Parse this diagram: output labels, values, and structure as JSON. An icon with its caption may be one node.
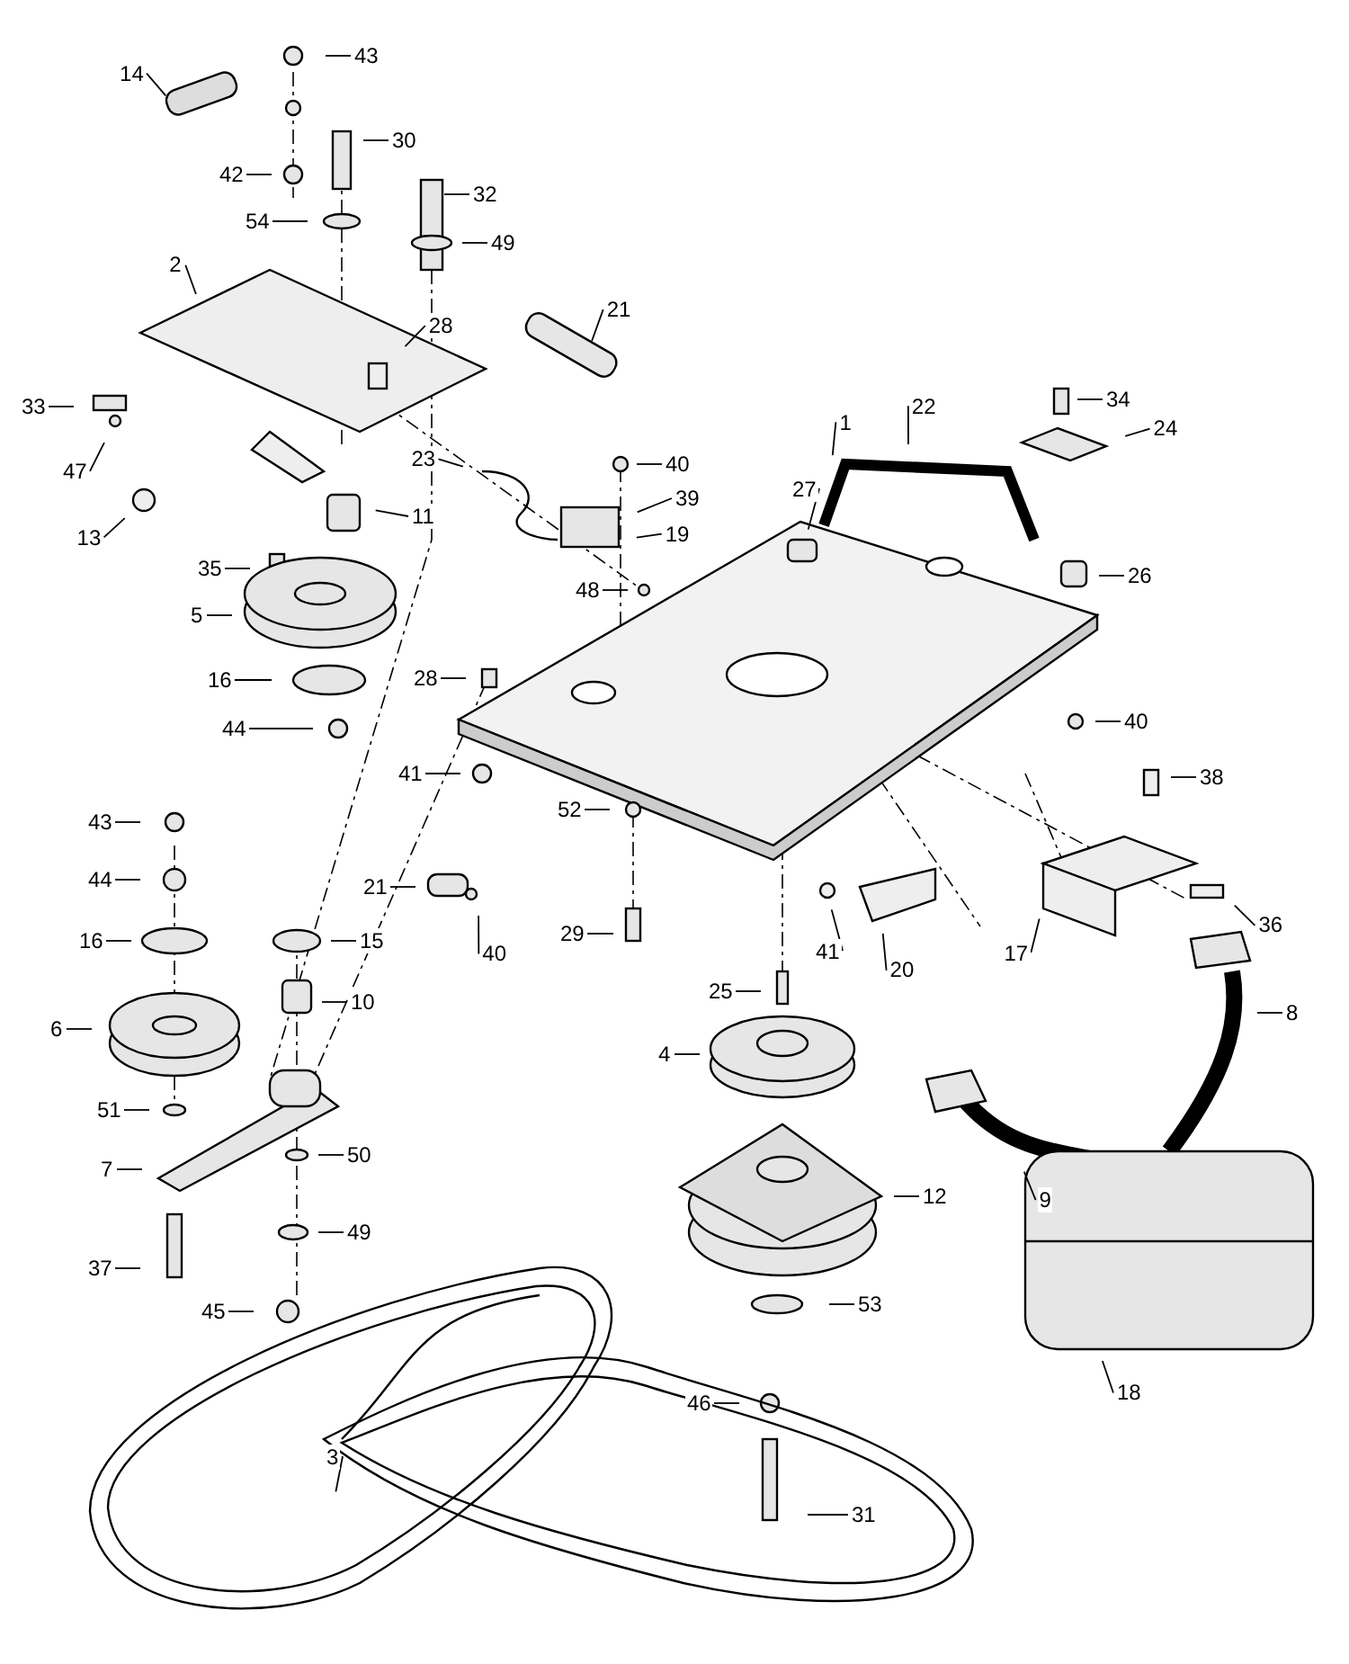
{
  "diagram": {
    "nodes": [
      {
        "text": [
          "43"
        ]
      },
      {
        "text": [
          "14"
        ]
      },
      {
        "text": [
          "30"
        ]
      },
      {
        "text": [
          "42"
        ]
      },
      {
        "text": [
          "32"
        ]
      },
      {
        "text": [
          "54"
        ]
      },
      {
        "text": [
          "49"
        ]
      },
      {
        "text": [
          "2"
        ]
      },
      {
        "text": [
          "28"
        ]
      },
      {
        "text": [
          "21"
        ]
      },
      {
        "text": [
          "34"
        ]
      },
      {
        "text": [
          "33"
        ]
      },
      {
        "text": [
          "47"
        ]
      },
      {
        "text": [
          "22"
        ]
      },
      {
        "text": [
          "1"
        ]
      },
      {
        "text": [
          "24"
        ]
      },
      {
        "text": [
          "23"
        ]
      },
      {
        "text": [
          "40"
        ]
      },
      {
        "text": [
          "13"
        ]
      },
      {
        "text": [
          "39"
        ]
      },
      {
        "text": [
          "27"
        ]
      },
      {
        "text": [
          "11"
        ]
      },
      {
        "text": [
          "19"
        ]
      },
      {
        "text": [
          "26"
        ]
      },
      {
        "text": [
          "35"
        ]
      },
      {
        "text": [
          "48"
        ]
      },
      {
        "text": [
          "5"
        ]
      },
      {
        "text": [
          "16"
        ]
      },
      {
        "text": [
          "28"
        ]
      },
      {
        "text": [
          "40"
        ]
      },
      {
        "text": [
          "44"
        ]
      },
      {
        "text": [
          "41"
        ]
      },
      {
        "text": [
          "38"
        ]
      },
      {
        "text": [
          "52"
        ]
      },
      {
        "text": [
          "43"
        ]
      },
      {
        "text": [
          "21"
        ]
      },
      {
        "text": [
          "44"
        ]
      },
      {
        "text": [
          "36"
        ]
      },
      {
        "text": [
          "40"
        ]
      },
      {
        "text": [
          "41"
        ]
      },
      {
        "text": [
          "16"
        ]
      },
      {
        "text": [
          "15"
        ]
      },
      {
        "text": [
          "20"
        ]
      },
      {
        "text": [
          "17"
        ]
      },
      {
        "text": [
          "29"
        ]
      },
      {
        "text": [
          "25"
        ]
      },
      {
        "text": [
          "10"
        ]
      },
      {
        "text": [
          "8"
        ]
      },
      {
        "text": [
          "6"
        ]
      },
      {
        "text": [
          "4"
        ]
      },
      {
        "text": [
          "51"
        ]
      },
      {
        "text": [
          "50"
        ]
      },
      {
        "text": [
          "7"
        ]
      },
      {
        "text": [
          "12"
        ]
      },
      {
        "text": [
          "9"
        ]
      },
      {
        "text": [
          "49"
        ]
      },
      {
        "text": [
          "37"
        ]
      },
      {
        "text": [
          "45"
        ]
      },
      {
        "text": [
          "53"
        ]
      },
      {
        "text": [
          "18"
        ]
      },
      {
        "text": [
          "46"
        ]
      },
      {
        "text": [
          "3"
        ]
      },
      {
        "text": [
          "31"
        ]
      }
    ],
    "edges": [
      {
        "from": 0,
        "to": null,
        "arrow": "none"
      },
      {
        "from": 1,
        "to": null,
        "arrow": "none"
      },
      {
        "from": 2,
        "to": null,
        "arrow": "none"
      },
      {
        "from": 3,
        "to": null,
        "arrow": "none"
      },
      {
        "from": 4,
        "to": null,
        "arrow": "none"
      },
      {
        "from": 5,
        "to": null,
        "arrow": "none"
      },
      {
        "from": 6,
        "to": null,
        "arrow": "none"
      },
      {
        "from": 7,
        "to": null,
        "arrow": "none"
      },
      {
        "from": 8,
        "to": null,
        "arrow": "none"
      },
      {
        "from": 9,
        "to": null,
        "arrow": "none"
      },
      {
        "from": 10,
        "to": null,
        "arrow": "none"
      },
      {
        "from": 11,
        "to": null,
        "arrow": "none"
      },
      {
        "from": 12,
        "to": null,
        "arrow": "none"
      },
      {
        "from": 13,
        "to": null,
        "arrow": "none"
      },
      {
        "from": 14,
        "to": null,
        "arrow": "none"
      },
      {
        "from": 15,
        "to": null,
        "arrow": "none"
      },
      {
        "from": 16,
        "to": null,
        "arrow": "none"
      },
      {
        "from": 17,
        "to": null,
        "arrow": "none"
      },
      {
        "from": 18,
        "to": null,
        "arrow": "none"
      },
      {
        "from": 19,
        "to": null,
        "arrow": "none"
      },
      {
        "from": 20,
        "to": null,
        "arrow": "none"
      },
      {
        "from": 21,
        "to": null,
        "arrow": "none"
      },
      {
        "from": 22,
        "to": null,
        "arrow": "none"
      },
      {
        "from": 23,
        "to": null,
        "arrow": "none"
      },
      {
        "from": 24,
        "to": null,
        "arrow": "none"
      },
      {
        "from": 25,
        "to": null,
        "arrow": "none"
      },
      {
        "from": 26,
        "to": null,
        "arrow": "none"
      },
      {
        "from": 27,
        "to": null,
        "arrow": "none"
      },
      {
        "from": 28,
        "to": null,
        "arrow": "none"
      },
      {
        "from": 29,
        "to": null,
        "arrow": "none"
      },
      {
        "from": 30,
        "to": null,
        "arrow": "none"
      },
      {
        "from": 31,
        "to": null,
        "arrow": "none"
      },
      {
        "from": 32,
        "to": null,
        "arrow": "none"
      },
      {
        "from": 33,
        "to": null,
        "arrow": "none"
      },
      {
        "from": 34,
        "to": null,
        "arrow": "none"
      },
      {
        "from": 35,
        "to": null,
        "arrow": "none"
      },
      {
        "from": 36,
        "to": null,
        "arrow": "none"
      },
      {
        "from": 37,
        "to": null,
        "arrow": "none"
      },
      {
        "from": 38,
        "to": null,
        "arrow": "none"
      },
      {
        "from": 39,
        "to": null,
        "arrow": "none"
      },
      {
        "from": 40,
        "to": null,
        "arrow": "none"
      },
      {
        "from": 41,
        "to": null,
        "arrow": "none"
      },
      {
        "from": 42,
        "to": null,
        "arrow": "none"
      },
      {
        "from": 43,
        "to": null,
        "arrow": "none"
      },
      {
        "from": 44,
        "to": null,
        "arrow": "none"
      },
      {
        "from": 45,
        "to": null,
        "arrow": "none"
      },
      {
        "from": 46,
        "to": null,
        "arrow": "none"
      },
      {
        "from": 47,
        "to": null,
        "arrow": "none"
      },
      {
        "from": 48,
        "to": null,
        "arrow": "none"
      },
      {
        "from": 49,
        "to": null,
        "arrow": "none"
      },
      {
        "from": 50,
        "to": null,
        "arrow": "none"
      },
      {
        "from": 51,
        "to": null,
        "arrow": "none"
      },
      {
        "from": 52,
        "to": null,
        "arrow": "none"
      },
      {
        "from": 53,
        "to": null,
        "arrow": "none"
      },
      {
        "from": 54,
        "to": null,
        "arrow": "none"
      },
      {
        "from": 55,
        "to": null,
        "arrow": "none"
      },
      {
        "from": 56,
        "to": null,
        "arrow": "none"
      },
      {
        "from": 57,
        "to": null,
        "arrow": "none"
      },
      {
        "from": 58,
        "to": null,
        "arrow": "none"
      },
      {
        "from": 59,
        "to": null,
        "arrow": "none"
      },
      {
        "from": 60,
        "to": null,
        "arrow": "none"
      },
      {
        "from": 61,
        "to": null,
        "arrow": "none"
      },
      {
        "from": 62,
        "to": null,
        "arrow": "none"
      }
    ]
  }
}
